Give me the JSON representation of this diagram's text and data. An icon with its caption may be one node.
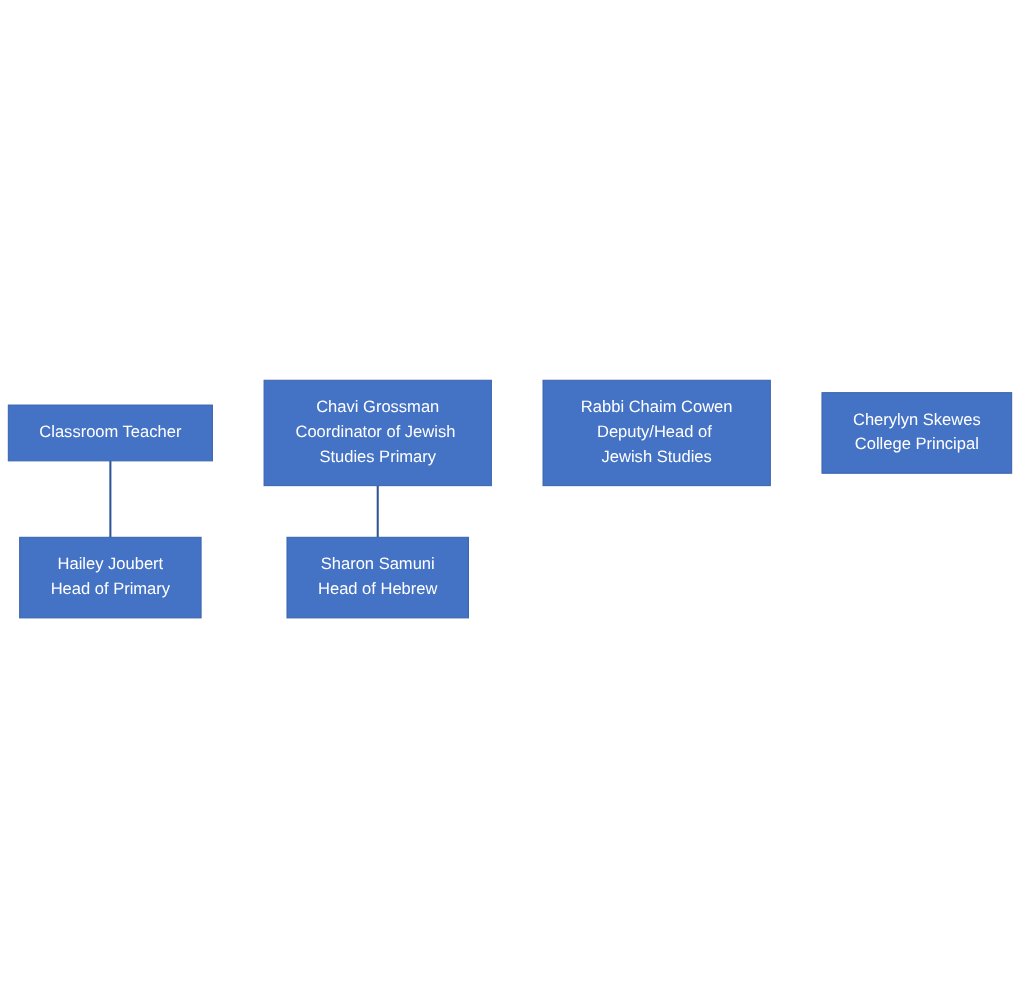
{
  "diagram": {
    "nodes": [
      {
        "text": [
          "Classroom Teacher"
        ]
      },
      {
        "text": [
          "Chavi Grossman",
          "Coordinator of Jewish Studies Primary"
        ]
      },
      {
        "text": [
          "Sharon Samuni",
          "Head of Hebrew"
        ]
      },
      {
        "text": [
          "Rabbi Chaim Cowen",
          "Deputy/Head of Jewish Studies"
        ]
      },
      {
        "text": [
          "Hailey Joubert",
          "Head of Primary"
        ]
      },
      {
        "text": [
          "Cherylyn Skewes",
          "College Principal"
        ]
      }
    ],
    "edges": [
      {
        "from": 0,
        "to": 4,
        "arrow": "none"
      },
      {
        "from": 1,
        "to": 2,
        "arrow": "none"
      }
    ]
  }
}
